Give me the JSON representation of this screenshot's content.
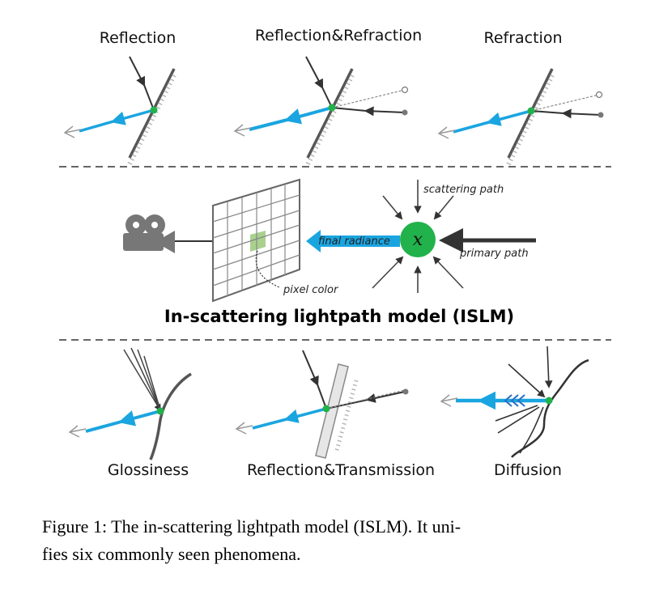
{
  "panels_top": {
    "reflection": "Reflection",
    "reflection_refraction": "Reflection&Refraction",
    "refraction": "Refraction"
  },
  "islm": {
    "scattering_path": "scattering path",
    "final_radiance": "final radiance",
    "primary_path": "primary path",
    "pixel_color": "pixel color",
    "variable": "x",
    "title": "In-scattering lightpath model (ISLM)"
  },
  "panels_bottom": {
    "glossiness": "Glossiness",
    "reflection_transmission": "Reflection&Transmission",
    "diffusion": "Diffusion"
  },
  "caption": {
    "line1": "Figure 1: The in-scattering lightpath model (ISLM). It uni-",
    "line2": "fies six commonly seen phenomena."
  },
  "colors": {
    "blue_ray": "#1aa5e0",
    "green_point": "#22b24c",
    "surface": "#555555",
    "highlight_pixel": "#a9d18e"
  }
}
